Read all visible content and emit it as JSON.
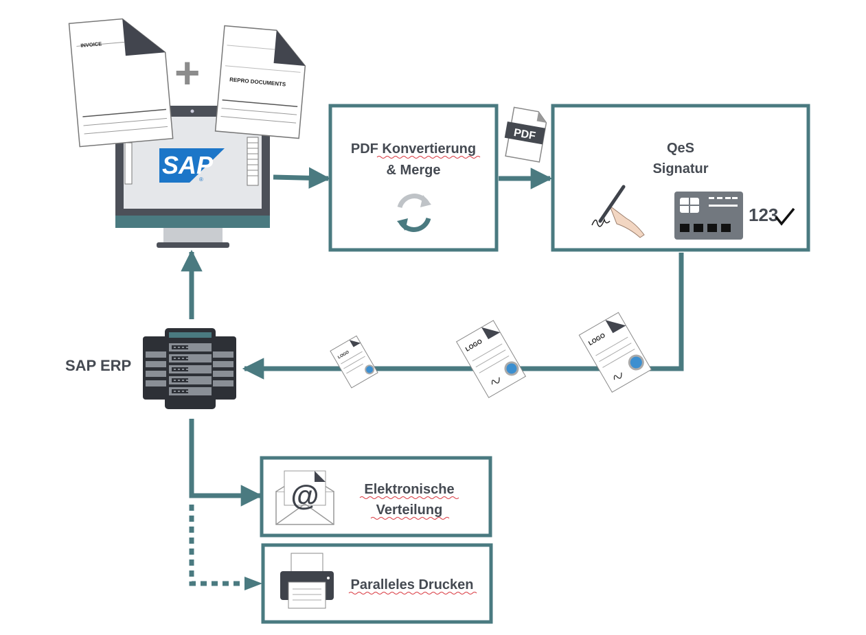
{
  "colors": {
    "accent": "#4a7a80",
    "text": "#454a52",
    "dark": "#3f434b",
    "sap_blue": "#1c76c8"
  },
  "documents": {
    "invoice": "INVOICE",
    "repro": "REPRO DOCUMENTS",
    "plus": "+"
  },
  "sap_logo": {
    "text": "SAP",
    "mark": "®"
  },
  "pdf_box": {
    "line1": "PDF Konvertierung",
    "line2": "& Merge"
  },
  "pdf_icon": {
    "text": "PDF"
  },
  "qes_box": {
    "line1": "QeS",
    "line2": "Signatur",
    "counter": "123"
  },
  "sap_erp": {
    "label": "SAP ERP"
  },
  "signed_docs": [
    {
      "logo": "LOGO"
    },
    {
      "logo": "LOGO"
    },
    {
      "logo": "LOGO"
    }
  ],
  "distribution": {
    "line1": "Elektronische",
    "line2": "Verteilung"
  },
  "printing": {
    "label": "Paralleles Drucken"
  }
}
